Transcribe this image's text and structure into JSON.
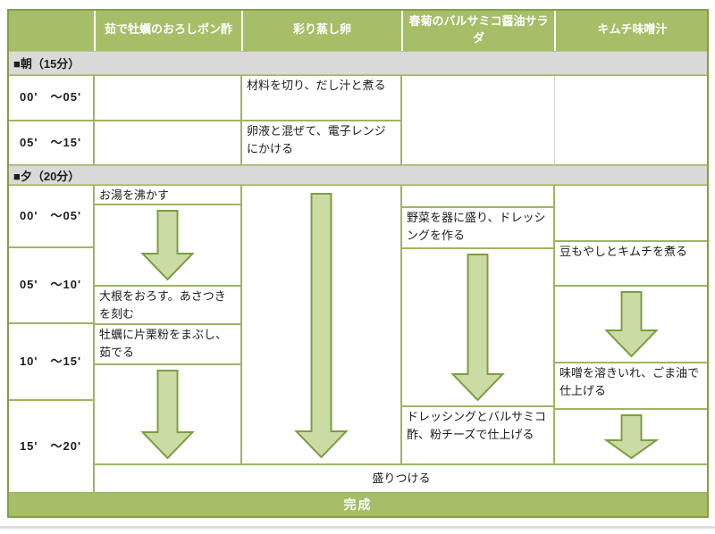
{
  "header": {
    "dishes": [
      "茹で牡蠣のおろしポン酢",
      "彩り蒸し卵",
      "春菊のバルサミコ醤油サラダ",
      "キムチ味噌汁"
    ]
  },
  "sections": {
    "morning_label": "■朝（15分）",
    "evening_label": "■夕（20分）"
  },
  "morning": {
    "rows": [
      {
        "time": "00'　～05'",
        "egg_step": "材料を切り、だし汁と煮る"
      },
      {
        "time": "05'　～15'",
        "egg_step": "卵液と混ぜて、電子レンジにかける"
      }
    ]
  },
  "evening": {
    "times": [
      "00'　～05'",
      "05'　～10'",
      "10'　～15'",
      "15'　～20'"
    ],
    "oyster": {
      "steps": [
        "お湯を沸かす",
        "大根をおろす。あさつきを刻む",
        "牡蠣に片栗粉をまぶし、茹でる"
      ]
    },
    "salad": {
      "steps": [
        "野菜を器に盛り、ドレッシングを作る",
        "ドレッシングとバルサミコ酢、粉チーズで仕上げる"
      ]
    },
    "miso": {
      "steps": [
        "豆もやしとキムチを煮る",
        "味噌を溶きいれ、ごま油で仕上げる"
      ]
    }
  },
  "footer": {
    "plating": "盛りつける",
    "complete": "完成"
  },
  "colors": {
    "header_green": "#a6be68",
    "cell_border": "#9fb463",
    "outer_border": "#84a044",
    "section_gray": "#d9d9d9",
    "arrow_fill": "#cbdba4",
    "arrow_stroke": "#7d9c44",
    "complete_text": "#ffffff"
  }
}
